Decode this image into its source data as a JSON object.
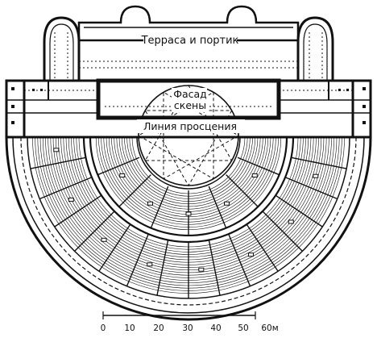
{
  "labels": {
    "terrace": "Терраса и портик",
    "facade_line1": "Фасад",
    "facade_line2": "скены",
    "proscenium": "Линия просцения"
  },
  "scale_bar": {
    "ticks": [
      "0",
      "10",
      "20",
      "30",
      "40",
      "50",
      "60м"
    ]
  },
  "colors": {
    "ink": "#111111",
    "paper": "#ffffff"
  }
}
